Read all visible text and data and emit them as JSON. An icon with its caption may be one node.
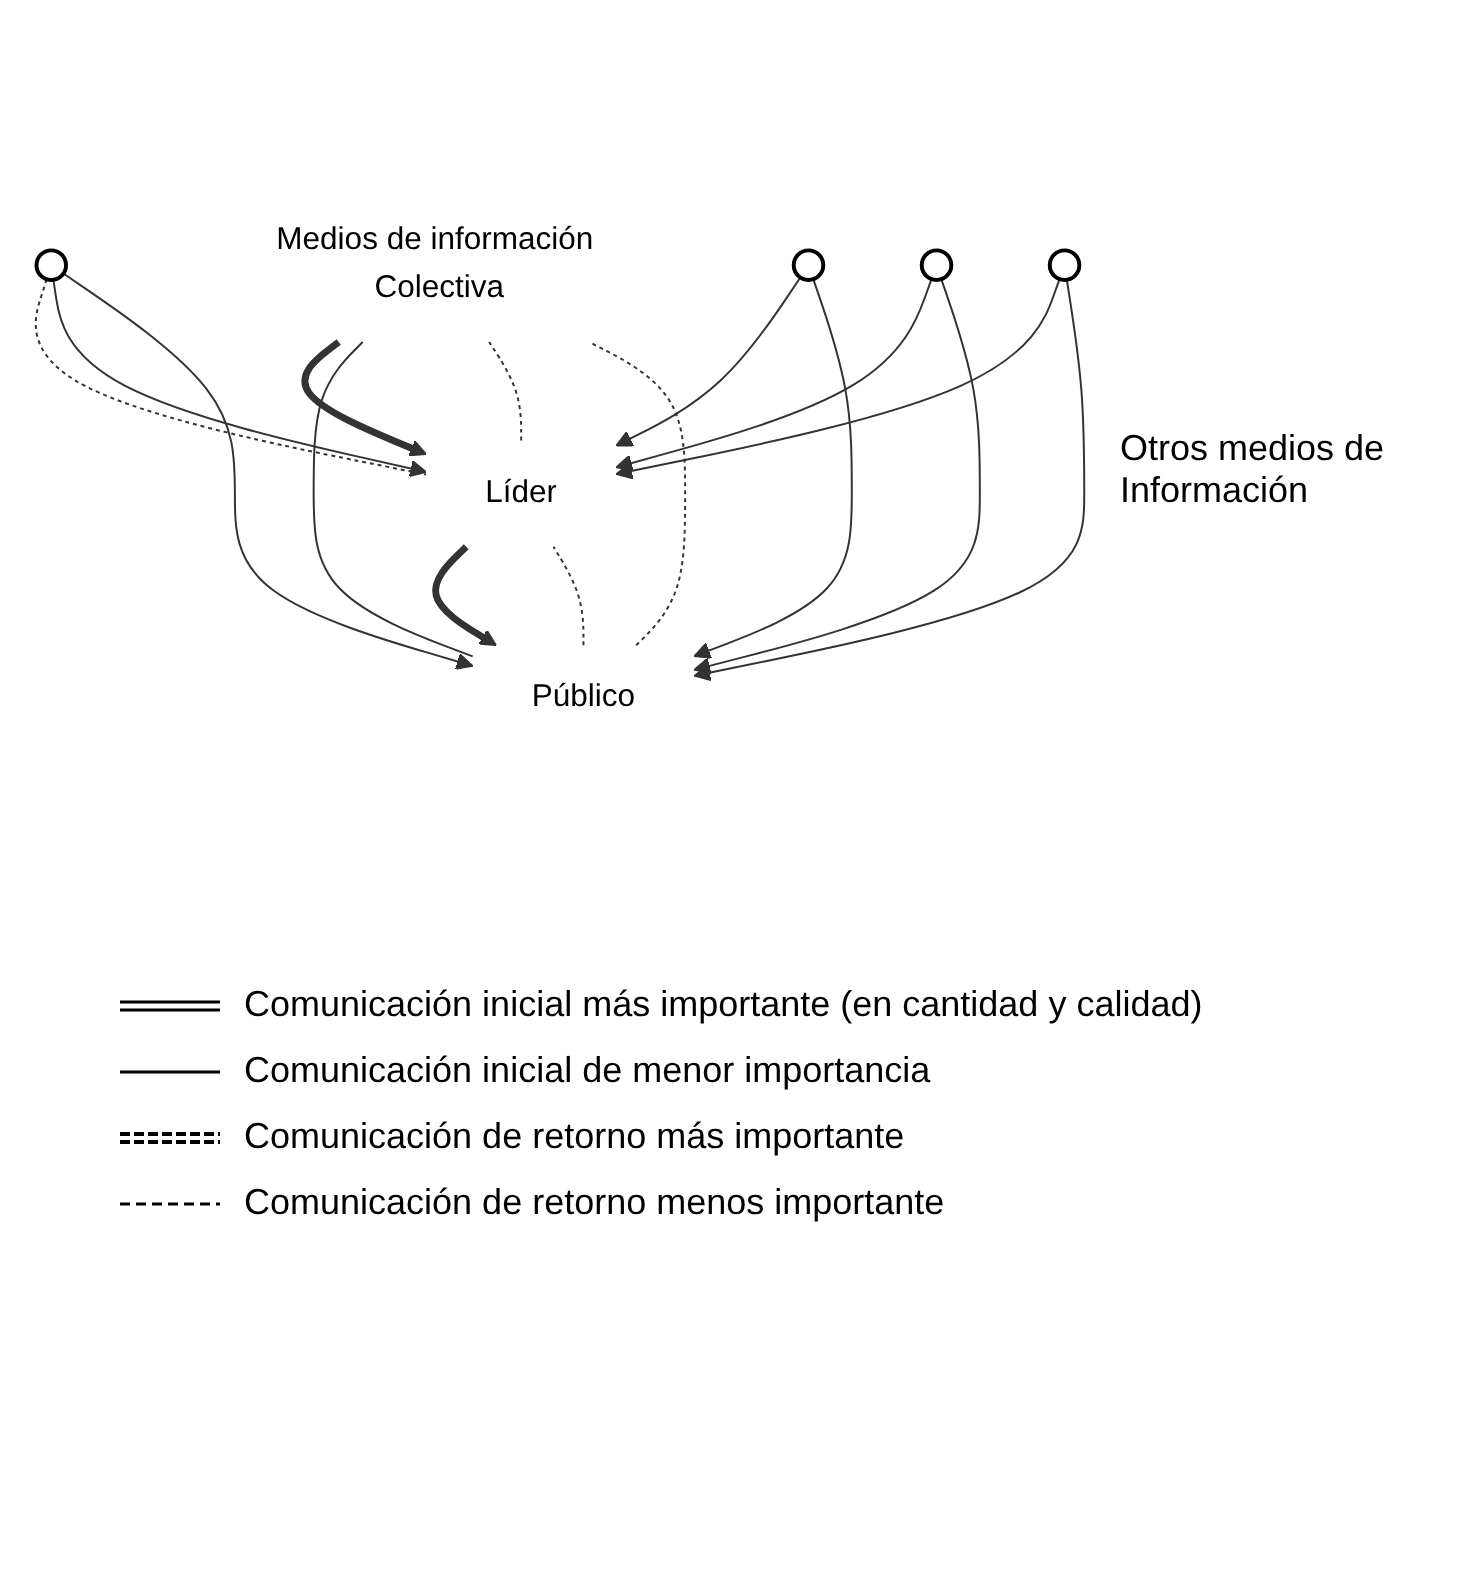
{
  "diagram": {
    "nodes": [
      {
        "text": [
          "Medios de información Colectiva"
        ]
      },
      {
        "text": [
          "Líder"
        ]
      },
      {
        "text": [
          "Público"
        ]
      },
      {
        "text": [],
        "shape": "circle"
      },
      {
        "text": [],
        "shape": "circle"
      },
      {
        "text": [],
        "shape": "circle"
      },
      {
        "text": [],
        "shape": "circle"
      }
    ],
    "edges": [
      {
        "from": 0,
        "to": 1,
        "arrow": "to",
        "style": "thick"
      },
      {
        "from": 1,
        "to": 0,
        "arrow": "none",
        "style": "dashed"
      },
      {
        "from": 1,
        "to": 2,
        "arrow": "to",
        "style": "thick"
      },
      {
        "from": 2,
        "to": 1,
        "arrow": "none",
        "style": "dashed"
      },
      {
        "from": 0,
        "to": 2,
        "arrow": "none"
      },
      {
        "from": 2,
        "to": 0,
        "arrow": "none",
        "style": "dashed"
      },
      {
        "from": 3,
        "to": 1,
        "arrow": "none",
        "style": "dashed"
      },
      {
        "from": 3,
        "to": 1,
        "arrow": "to"
      },
      {
        "from": 4,
        "to": 1,
        "arrow": "to"
      },
      {
        "from": 5,
        "to": 1,
        "arrow": "to"
      },
      {
        "from": 6,
        "to": 1,
        "arrow": "to"
      },
      {
        "from": 3,
        "to": 2,
        "arrow": "to"
      },
      {
        "from": 4,
        "to": 2,
        "arrow": "to"
      },
      {
        "from": 5,
        "to": 2,
        "arrow": "to"
      },
      {
        "from": 6,
        "to": 2,
        "arrow": "to"
      }
    ],
    "labels": [
      "Otros medios de Información"
    ],
    "legend": [
      {
        "text": "Comunicación inicial más importante (en cantidad y calidad)"
      },
      {
        "text": "Comunicación inicial de menor importancia"
      },
      {
        "text": "Comunicación de retorno más importante"
      },
      {
        "text": "Comunicación de retorno menos importante"
      }
    ]
  }
}
